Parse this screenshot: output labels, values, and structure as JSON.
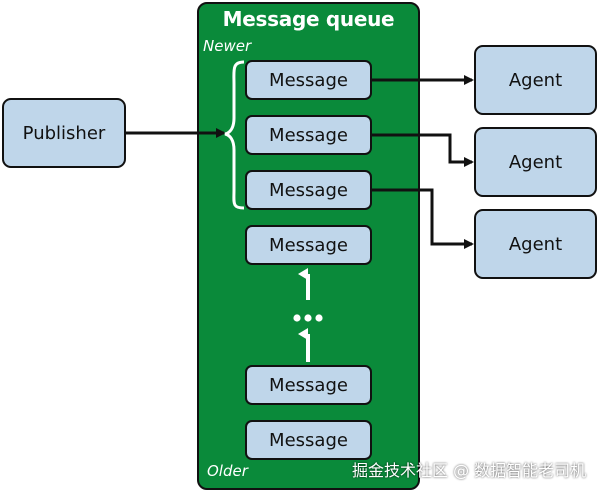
{
  "publisher": {
    "label": "Publisher"
  },
  "queue": {
    "title": "Message queue",
    "newer_label": "Newer",
    "older_label": "Older",
    "messages": [
      "Message",
      "Message",
      "Message",
      "Message",
      "Message",
      "Message"
    ]
  },
  "agents": [
    "Agent",
    "Agent",
    "Agent"
  ],
  "watermark": "掘金技术社区 @ 数据智能老司机",
  "colors": {
    "queue_fill": "#0a8a3a",
    "box_fill": "#bfd6ea",
    "outline": "#111111"
  }
}
